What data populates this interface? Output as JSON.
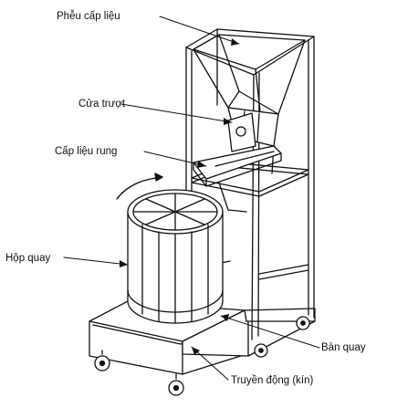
{
  "labels": {
    "hopper": "Phễu cấp liệu",
    "slide_gate": "Cửa trượt",
    "vibratory_feeder": "Cấp liệu rung",
    "rotary_box": "Hộp quay",
    "turntable": "Bàn quay",
    "drive_enclosed": "Truyền động (kín)"
  },
  "colors": {
    "ink": "#111111",
    "paper": "#ffffff"
  }
}
